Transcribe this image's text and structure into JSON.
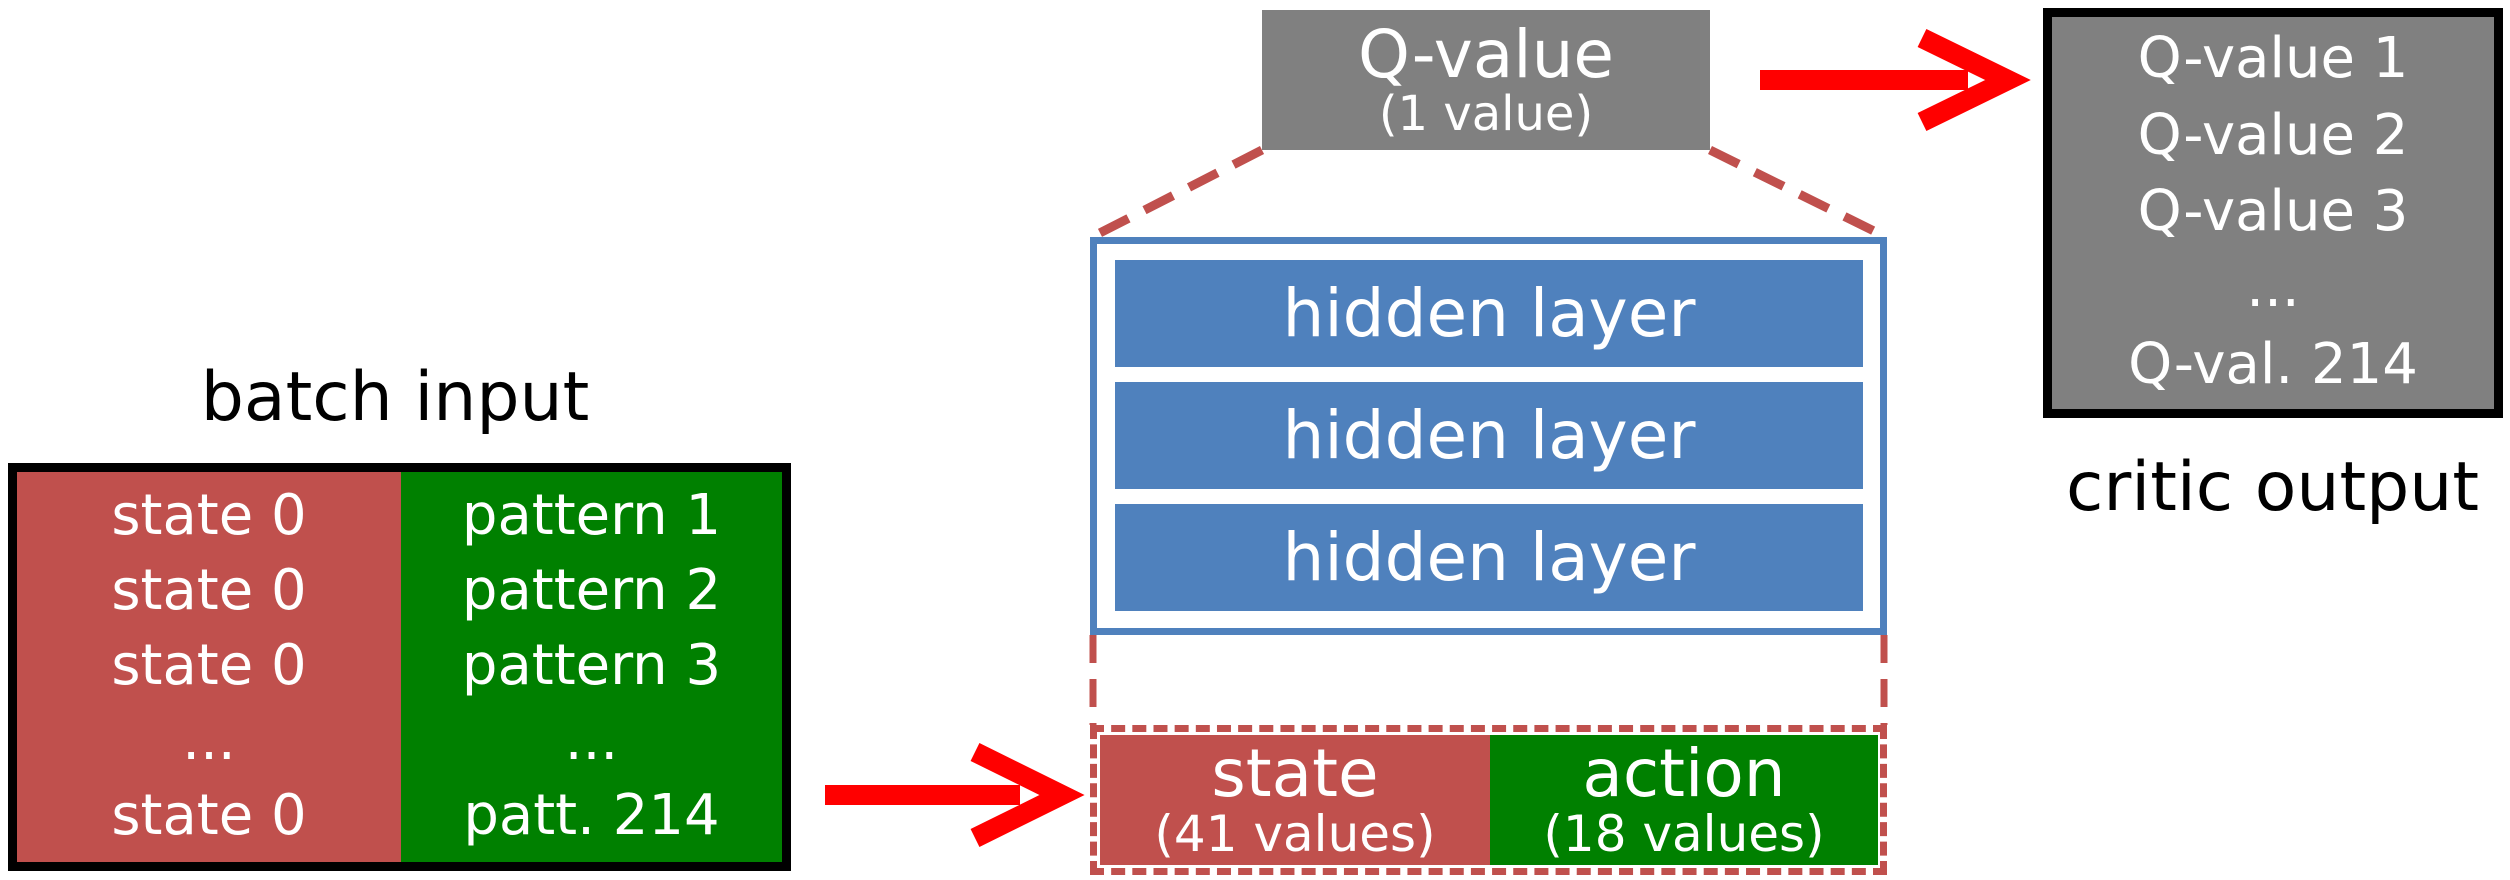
{
  "batch_input": {
    "title": "batch input",
    "state_cells": [
      "state 0",
      "state 0",
      "state 0",
      "...",
      "state 0"
    ],
    "pattern_cells": [
      "pattern 1",
      "pattern 2",
      "pattern 3",
      "...",
      "patt. 214"
    ]
  },
  "network": {
    "output": {
      "label": "Q-value",
      "sublabel": "(1 value)"
    },
    "hidden_layers": [
      "hidden layer",
      "hidden layer",
      "hidden layer"
    ],
    "input_state": {
      "label": "state",
      "sublabel": "(41 values)"
    },
    "input_action": {
      "label": "action",
      "sublabel": "(18 values)"
    }
  },
  "critic_output": {
    "title": "critic output",
    "cells": [
      "Q-value 1",
      "Q-value 2",
      "Q-value 3",
      "...",
      "Q-val. 214"
    ]
  },
  "colors": {
    "state_red": "#c0504d",
    "action_green": "#008000",
    "layer_blue": "#4f81bd",
    "output_gray": "#808080",
    "arrow_red": "#ff0000"
  }
}
